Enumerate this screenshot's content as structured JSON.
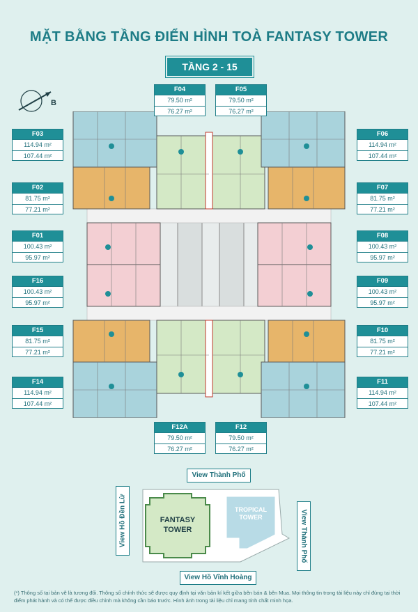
{
  "title": "MẶT BẰNG TẦNG ĐIỂN HÌNH TOÀ FANTASY TOWER",
  "floor_badge": "TẦNG 2 - 15",
  "compass_label": "B",
  "units": {
    "F01": {
      "code": "F01",
      "area1": "100.43 m²",
      "area2": "95.97 m²"
    },
    "F02": {
      "code": "F02",
      "area1": "81.75 m²",
      "area2": "77.21 m²"
    },
    "F03": {
      "code": "F03",
      "area1": "114.94 m²",
      "area2": "107.44 m²"
    },
    "F04": {
      "code": "F04",
      "area1": "79.50 m²",
      "area2": "76.27 m²"
    },
    "F05": {
      "code": "F05",
      "area1": "79.50 m²",
      "area2": "76.27 m²"
    },
    "F06": {
      "code": "F06",
      "area1": "114.94 m²",
      "area2": "107.44 m²"
    },
    "F07": {
      "code": "F07",
      "area1": "81.75 m²",
      "area2": "77.21 m²"
    },
    "F08": {
      "code": "F08",
      "area1": "100.43 m²",
      "area2": "95.97 m²"
    },
    "F09": {
      "code": "F09",
      "area1": "100.43 m²",
      "area2": "95.97 m²"
    },
    "F10": {
      "code": "F10",
      "area1": "81.75 m²",
      "area2": "77.21 m²"
    },
    "F11": {
      "code": "F11",
      "area1": "114.94 m²",
      "area2": "107.44 m²"
    },
    "F12": {
      "code": "F12",
      "area1": "79.50 m²",
      "area2": "76.27 m²"
    },
    "F12A": {
      "code": "F12A",
      "area1": "79.50 m²",
      "area2": "76.27 m²"
    },
    "F14": {
      "code": "F14",
      "area1": "114.94 m²",
      "area2": "107.44 m²"
    },
    "F15": {
      "code": "F15",
      "area1": "81.75 m²",
      "area2": "77.21 m²"
    },
    "F16": {
      "code": "F16",
      "area1": "100.43 m²",
      "area2": "95.97 m²"
    }
  },
  "site": {
    "view_top": "View Thành Phố",
    "view_bottom": "View Hồ Vĩnh Hoàng",
    "view_left": "View Hồ Đền Lừ",
    "view_right": "View Thành Phố",
    "fantasy_tower": "FANTASY\nTOWER",
    "tropical_tower": "TROPICAL\nTOWER"
  },
  "note": "(*) Thông số tại bản vẽ là tương đối. Thông số chính thức sẽ được quy định tại văn bản kí kết giữa bên bán & bên Mua. Mọi thông tin trong tài liệu này chỉ đúng tại thời điểm phát hành và có thể được điều chỉnh mà không cần báo trước. Hình ảnh trong tài liệu chỉ mang tính chất minh họa.",
  "colors": {
    "blue_unit": "#a9d3dc",
    "orange_unit": "#e7b56a",
    "pink_unit": "#f3cfd3",
    "green_unit": "#d4e9c6",
    "core": "#eceff0",
    "accent": "#1f8f97"
  }
}
